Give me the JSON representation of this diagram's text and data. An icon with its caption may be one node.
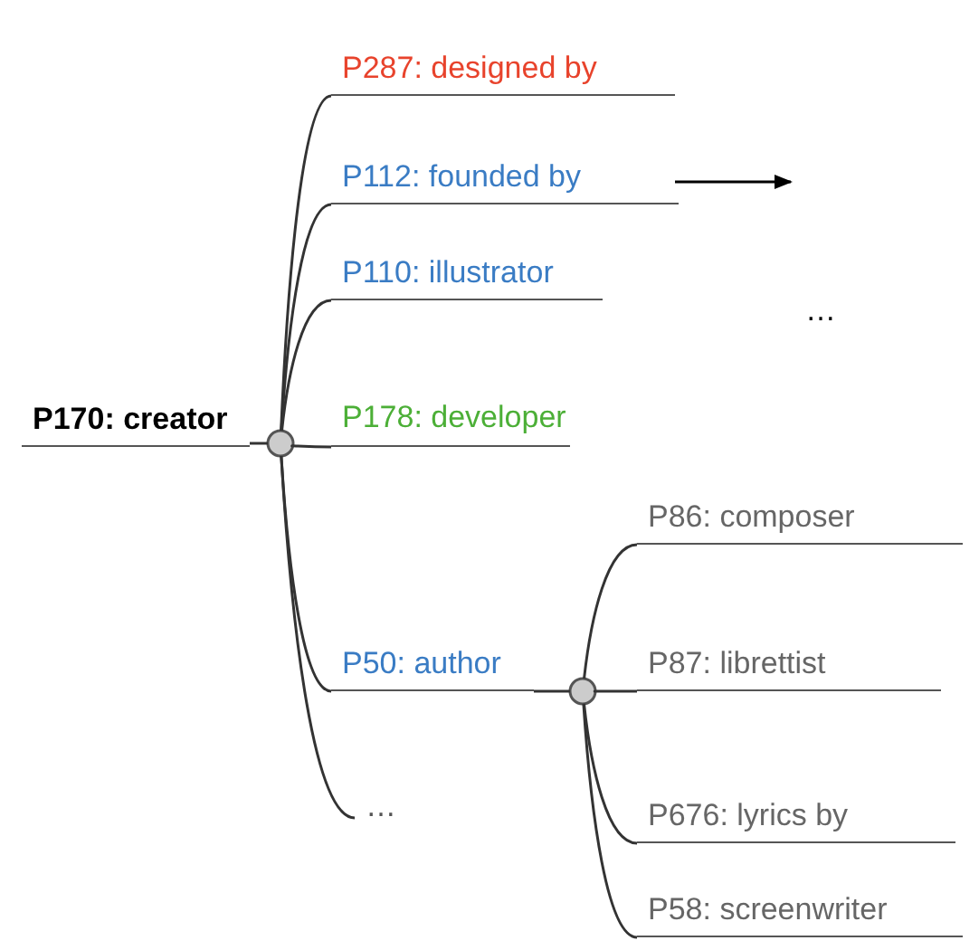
{
  "diagram": {
    "nodes": [
      {
        "text": [
          "P170: creator"
        ]
      },
      {
        "text": [],
        "shape": "circle"
      },
      {
        "text": [
          "P287: designed by"
        ]
      },
      {
        "text": [
          "P112: founded by"
        ]
      },
      {
        "text": [
          "P110: illustrator"
        ]
      },
      {
        "text": [
          "P178: developer"
        ]
      },
      {
        "text": [
          "P50: author"
        ]
      },
      {
        "text": [
          "…"
        ]
      },
      {
        "text": [],
        "shape": "circle"
      },
      {
        "text": [
          "P86: composer"
        ]
      },
      {
        "text": [
          "P87: librettist"
        ]
      },
      {
        "text": [
          "P676: lyrics by"
        ]
      },
      {
        "text": [
          "P58: screenwriter"
        ]
      }
    ],
    "edges": [
      {
        "from": 0,
        "to": 1,
        "arrow": "none"
      },
      {
        "from": 1,
        "to": 2,
        "arrow": "none"
      },
      {
        "from": 1,
        "to": 3,
        "arrow": "none"
      },
      {
        "from": 1,
        "to": 4,
        "arrow": "none"
      },
      {
        "from": 1,
        "to": 5,
        "arrow": "none"
      },
      {
        "from": 1,
        "to": 6,
        "arrow": "none"
      },
      {
        "from": 1,
        "to": 7,
        "arrow": "none"
      },
      {
        "from": 6,
        "to": 8,
        "arrow": "none"
      },
      {
        "from": 8,
        "to": 9,
        "arrow": "none"
      },
      {
        "from": 8,
        "to": 10,
        "arrow": "none"
      },
      {
        "from": 8,
        "to": 11,
        "arrow": "none"
      },
      {
        "from": 8,
        "to": 12,
        "arrow": "none"
      },
      {
        "from": 3,
        "to": null,
        "arrow": "to"
      }
    ],
    "labels": [
      "…"
    ]
  }
}
